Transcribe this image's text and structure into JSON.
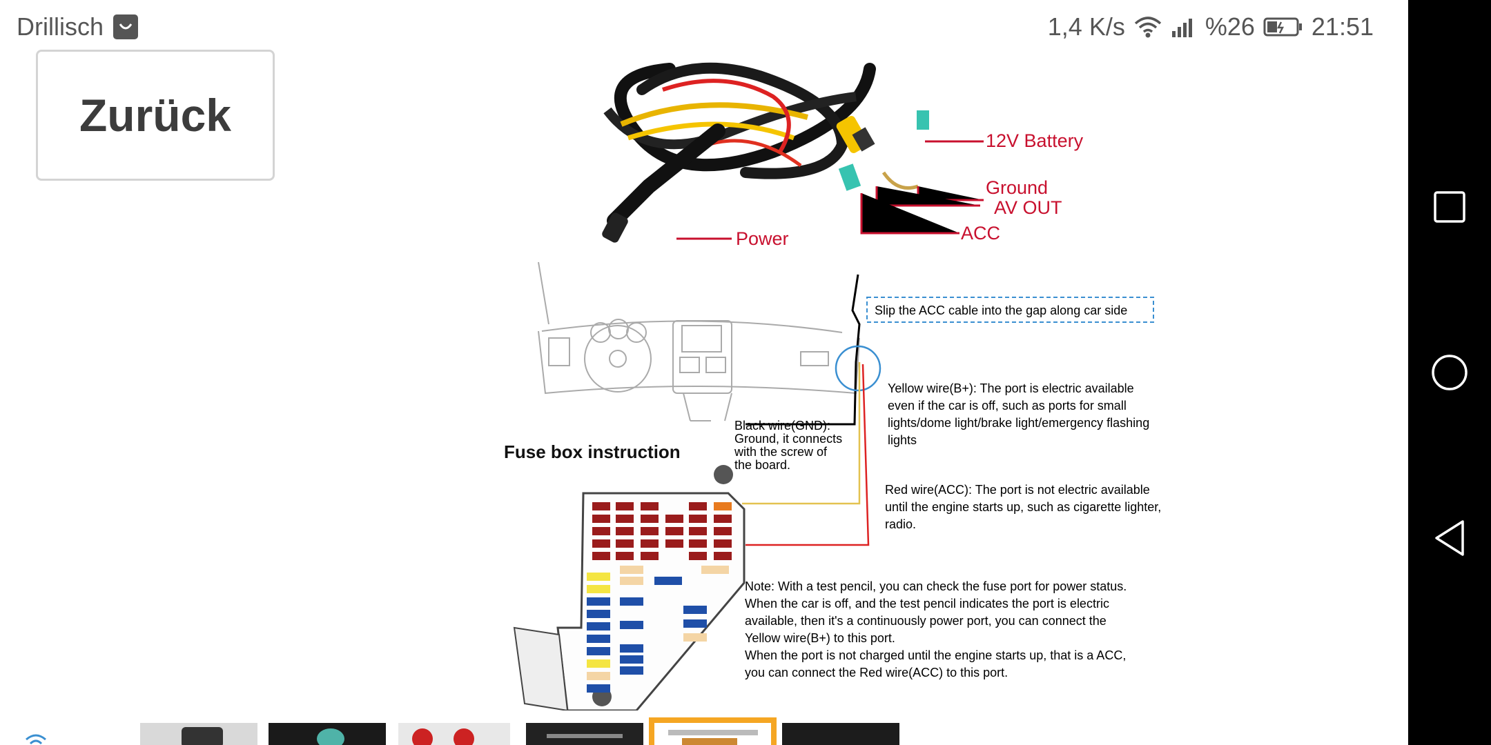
{
  "status_bar": {
    "carrier": "Drillisch",
    "notification_icon": "shopping-bag-icon",
    "speed": "1,4 K/s",
    "battery_percent": "%26",
    "time": "21:51"
  },
  "back_button": {
    "label": "Zurück"
  },
  "product_image": {
    "cable_labels": {
      "battery": "12V Battery",
      "ground": "Ground",
      "av_out": "AV OUT",
      "acc": "ACC",
      "power": "Power"
    },
    "fuse_box_title": "Fuse box instruction",
    "slip_note": "Slip the ACC cable into the gap along car side",
    "yellow_wire": [
      "Yellow wire(B+): The port is electric available",
      "even if the car is off, such as ports for small",
      "lights/dome light/brake light/emergency flashing",
      "lights"
    ],
    "black_wire": [
      "Black wire(GND):",
      "Ground, it connects",
      "with the screw of",
      "the board."
    ],
    "red_wire": [
      "Red wire(ACC): The port is not electric available",
      "until the engine starts up, such as cigarette lighter,",
      "radio."
    ],
    "note": [
      "Note: With a test pencil, you can check the fuse port for power status.",
      "When the car is off, and the test pencil indicates the port is electric",
      "available, then it's a continuously power port, you can connect the",
      "Yellow wire(B+) to this port.",
      "When the port is not charged until the engine starts up, that is a ACC,",
      "you can connect the Red wire(ACC) to this port."
    ]
  },
  "thumbnails": [
    {
      "name": "thumbnail-1"
    },
    {
      "name": "thumbnail-2"
    },
    {
      "name": "thumbnail-3"
    },
    {
      "name": "thumbnail-4"
    },
    {
      "name": "thumbnail-5",
      "selected": true
    },
    {
      "name": "thumbnail-6"
    }
  ],
  "nav_bar": {
    "recents": "square-icon",
    "home": "circle-icon",
    "back": "triangle-back-icon"
  },
  "colors": {
    "label_red": "#c8102e",
    "selected_border": "#f5a623",
    "accent_blue": "#3a8fd1"
  }
}
